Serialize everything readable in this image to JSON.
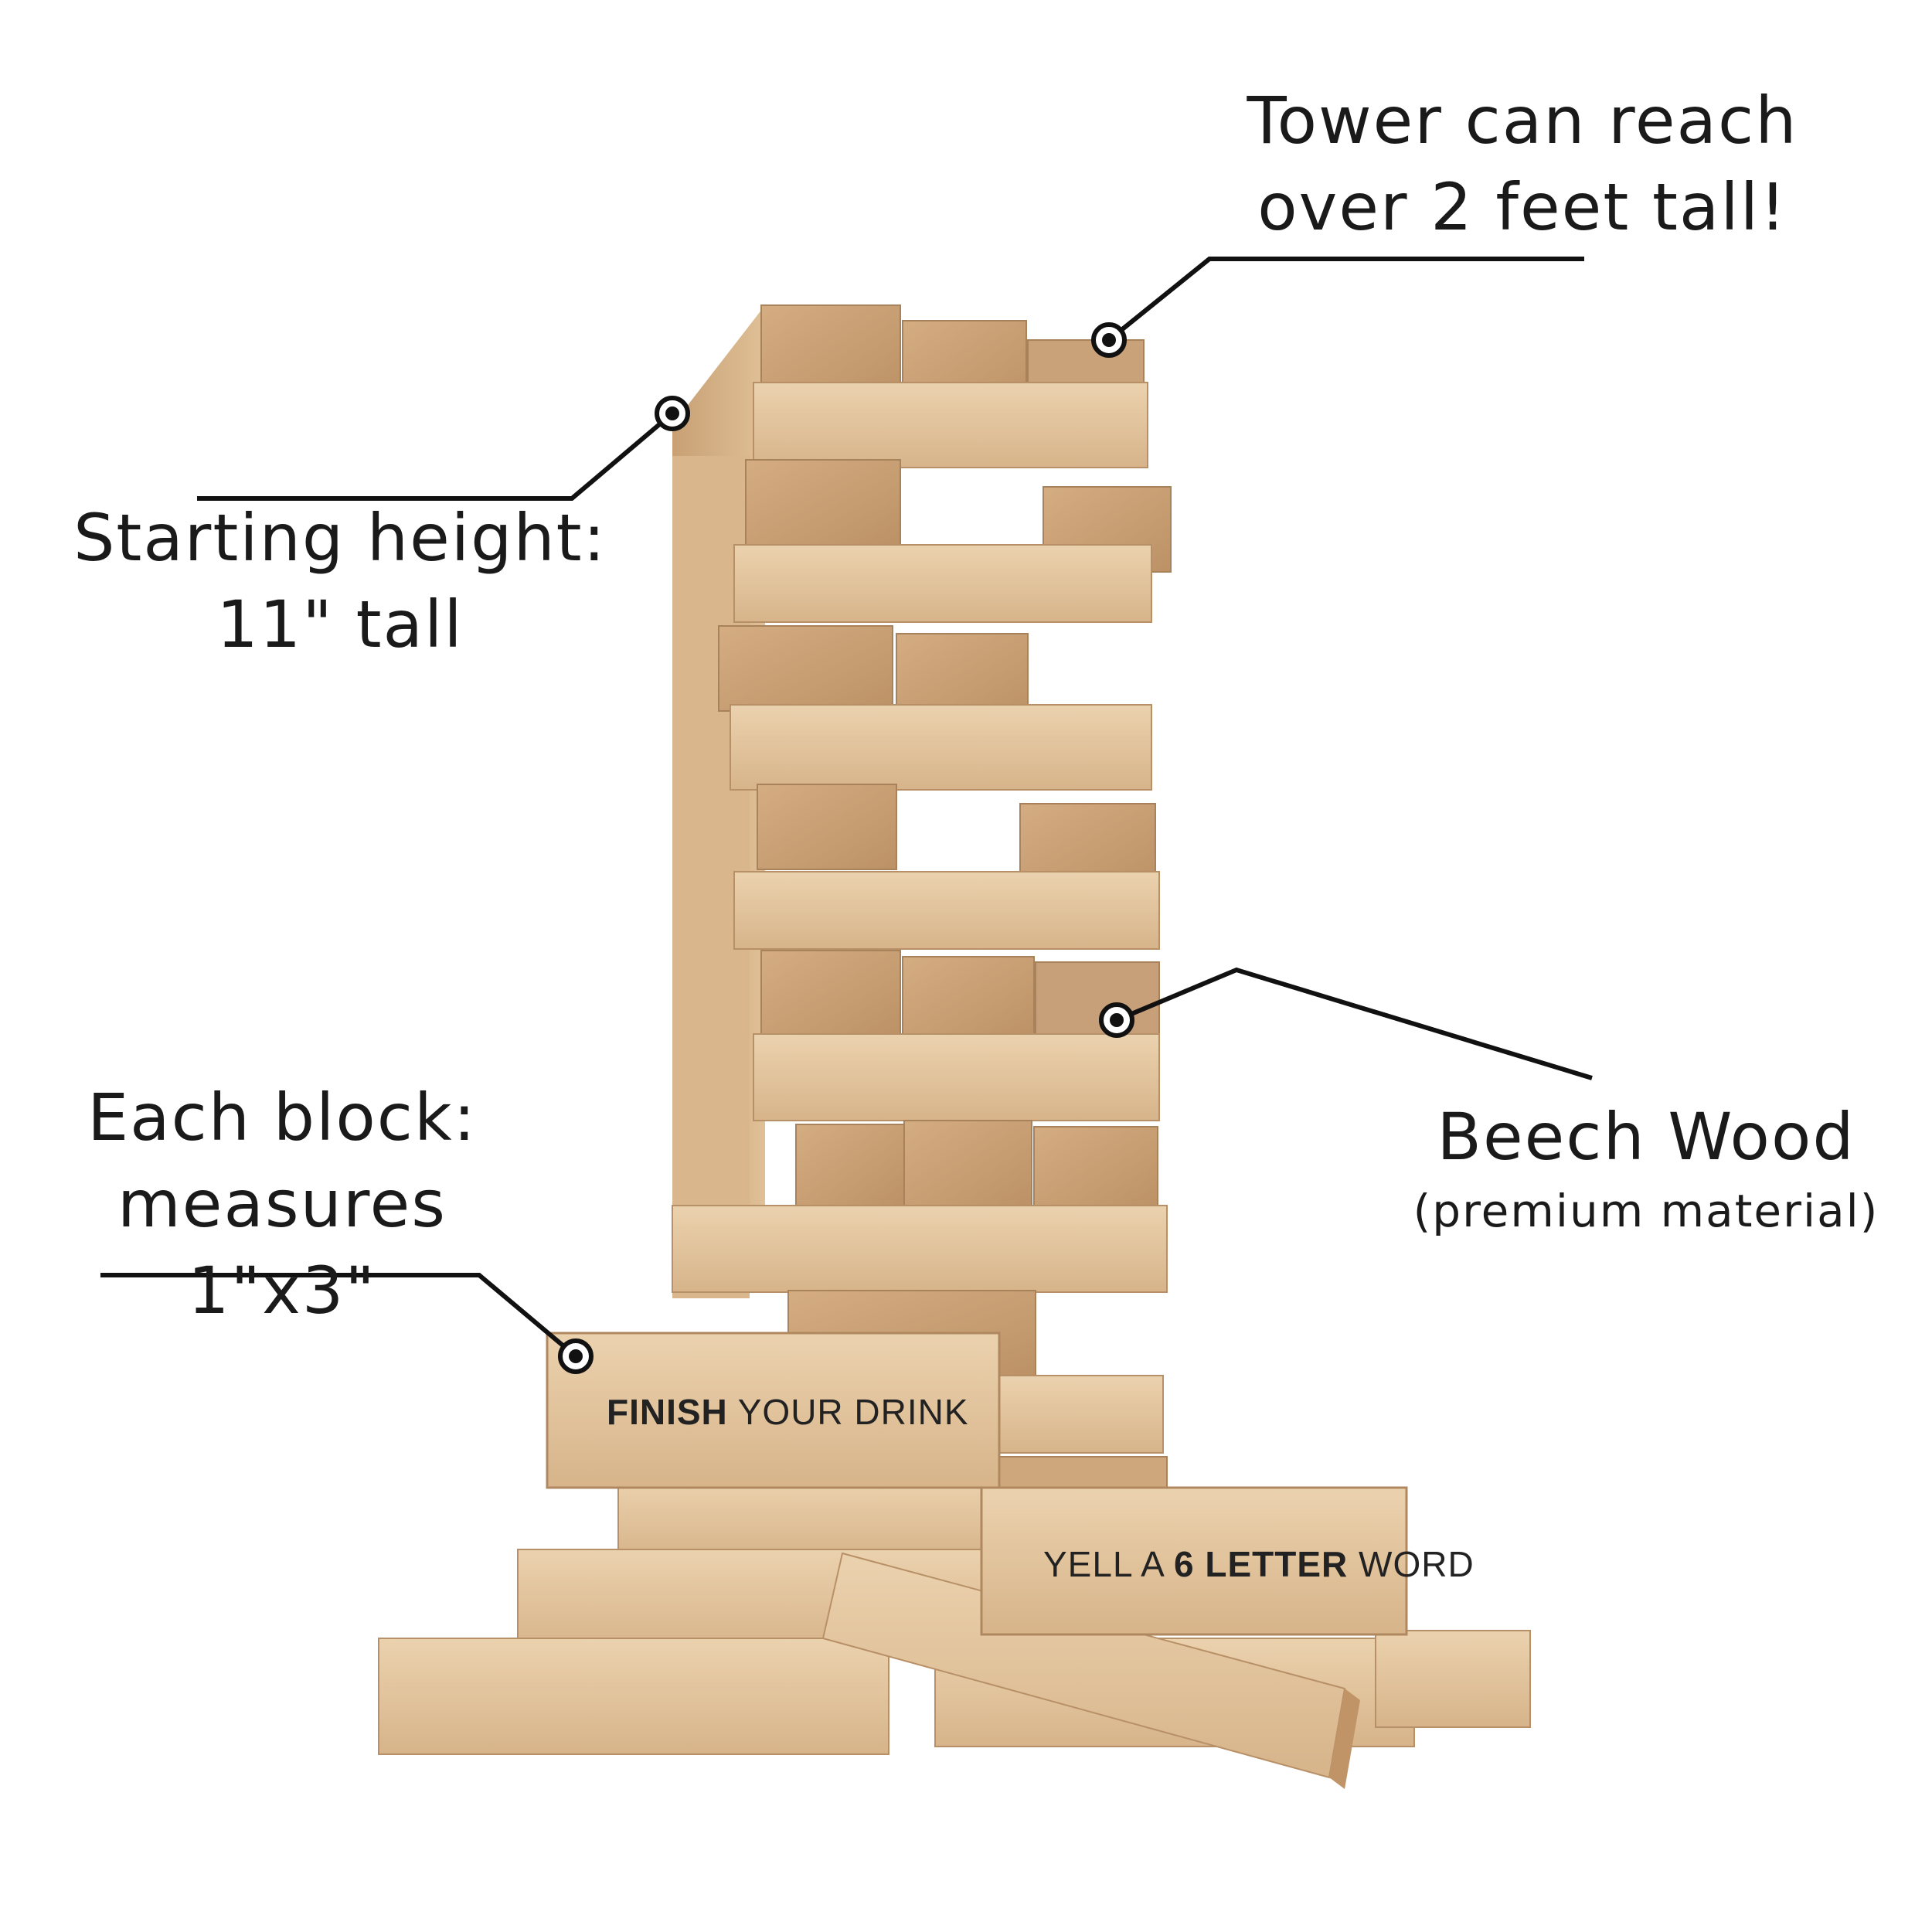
{
  "callouts": {
    "tower": {
      "line1": "Tower can reach",
      "line2": "over 2 feet tall!"
    },
    "starting": {
      "line1": "Starting height:",
      "line2": "11\" tall"
    },
    "block": {
      "line1": "Each block:",
      "line2": "measures 1\"x3\""
    },
    "wood": {
      "line1": "Beech Wood",
      "line2": "(premium material)"
    }
  },
  "block_labels": {
    "finish": {
      "bold": "FINISH",
      "rest": " YOUR DRINK"
    },
    "yell": {
      "pre": "YELL A ",
      "bold": "6 LETTER",
      "post": " WORD"
    }
  },
  "colors": {
    "wood_light": "#e2c39d",
    "wood_mid": "#d2ad84",
    "wood_dark": "#b98d63",
    "wood_end": "#c49a70",
    "line": "#111111"
  }
}
